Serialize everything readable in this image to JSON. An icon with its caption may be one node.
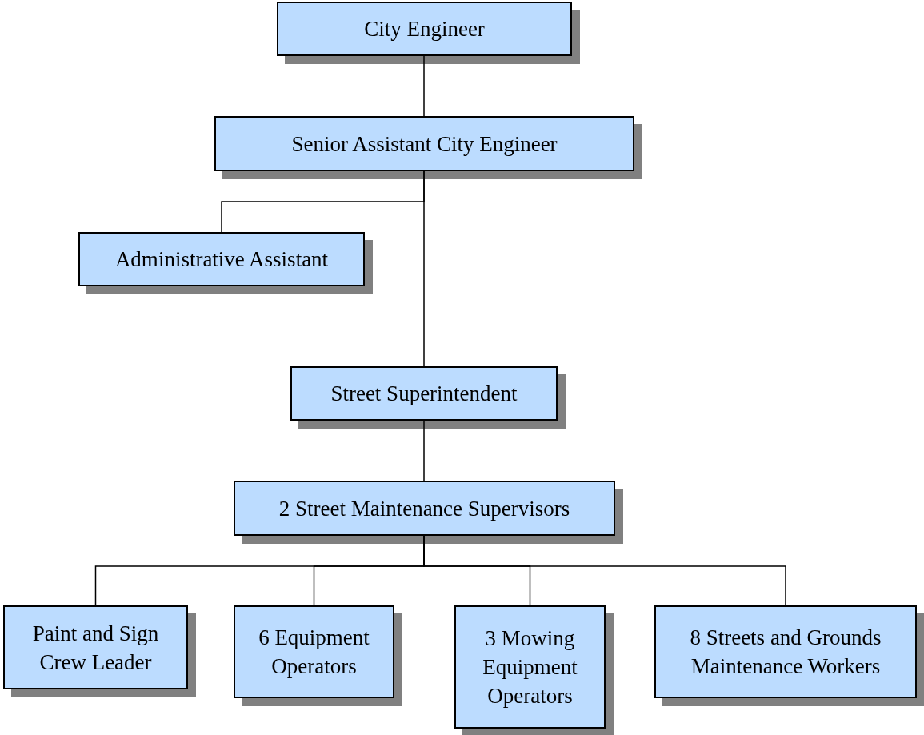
{
  "diagram": {
    "nodes": [
      {
        "text": [
          "City Engineer"
        ]
      },
      {
        "text": [
          "Senior Assistant City Engineer"
        ]
      },
      {
        "text": [
          "Administrative Assistant"
        ]
      },
      {
        "text": [
          "Street Superintendent"
        ]
      },
      {
        "text": [
          "2 Street Maintenance Supervisors"
        ]
      },
      {
        "text": [
          "Paint and Sign Crew Leader"
        ]
      },
      {
        "text": [
          "6 Equipment Operators"
        ]
      },
      {
        "text": [
          "3 Mowing Equipment Operators"
        ]
      },
      {
        "text": [
          "8 Streets and Grounds Maintenance Workers"
        ]
      }
    ],
    "edges": [
      {
        "from": 0,
        "to": 1,
        "arrow": "none"
      },
      {
        "from": 1,
        "to": 2,
        "arrow": "none"
      },
      {
        "from": 1,
        "to": 3,
        "arrow": "none"
      },
      {
        "from": 3,
        "to": 4,
        "arrow": "none"
      },
      {
        "from": 4,
        "to": 5,
        "arrow": "none"
      },
      {
        "from": 4,
        "to": 6,
        "arrow": "none"
      },
      {
        "from": 4,
        "to": 7,
        "arrow": "none"
      },
      {
        "from": 4,
        "to": 8,
        "arrow": "none"
      }
    ]
  }
}
